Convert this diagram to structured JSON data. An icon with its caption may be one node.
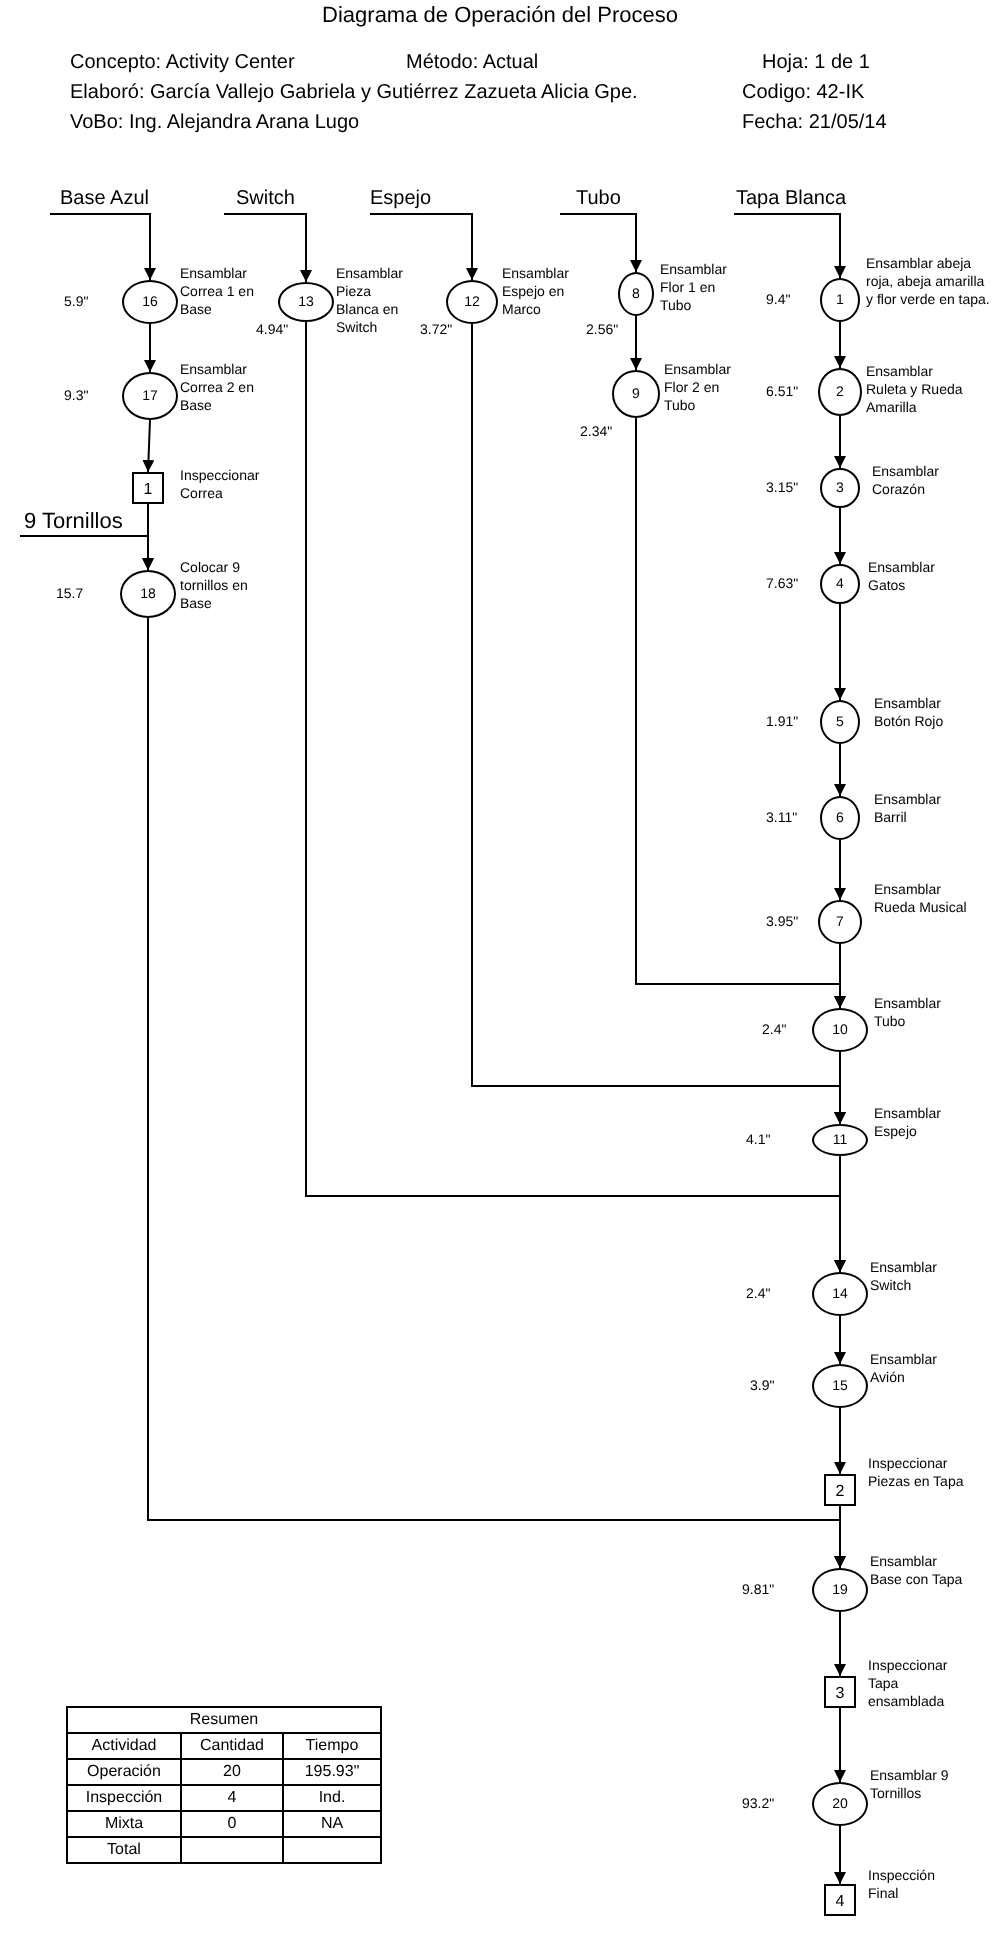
{
  "diagram": {
    "title": "Diagrama de Operación del Proceso",
    "nodes": [
      {
        "text": [
          "Base Azul"
        ]
      },
      {
        "text": [
          "Switch"
        ]
      },
      {
        "text": [
          "Espejo"
        ]
      },
      {
        "text": [
          "Tubo"
        ]
      },
      {
        "text": [
          "Tapa Blanca"
        ]
      },
      {
        "text": [
          "16"
        ],
        "beside": [
          "Ensamblar Correa 1 en Base",
          "5.9\""
        ]
      },
      {
        "text": [
          "13"
        ],
        "beside": [
          "Ensamblar Pieza Blanca en Switch",
          "4.94\""
        ]
      },
      {
        "text": [
          "12"
        ],
        "beside": [
          "Ensamblar Espejo en Marco",
          "3.72\""
        ]
      },
      {
        "text": [
          "8"
        ],
        "beside": [
          "Ensamblar Flor 1 en Tubo",
          "2.56\""
        ]
      },
      {
        "text": [
          "1"
        ],
        "beside": [
          "Ensamblar abeja roja, abeja amarilla y flor verde en tapa.",
          "9.4\""
        ]
      },
      {
        "text": [
          "9"
        ],
        "beside": [
          "Ensamblar Flor 2 en Tubo",
          "2.34\""
        ]
      },
      {
        "text": [
          "2"
        ],
        "beside": [
          "Ensamblar Ruleta y Rueda Amarilla",
          "6.51\""
        ]
      },
      {
        "text": [
          "17"
        ],
        "beside": [
          "Ensamblar Correa 2 en Base",
          "9.3\""
        ]
      },
      {
        "text": [
          "3"
        ],
        "beside": [
          "Ensamblar Corazón",
          "3.15\""
        ]
      },
      {
        "text": [
          "1"
        ],
        "beside": [
          "Inspeccionar Correa"
        ]
      },
      {
        "text": [
          "4"
        ],
        "beside": [
          "Ensamblar Gatos",
          "7.63\""
        ]
      },
      {
        "text": [
          "9 Tornillos"
        ]
      },
      {
        "text": [
          "18"
        ],
        "beside": [
          "Colocar 9 tornillos en Base",
          "15.7"
        ]
      },
      {
        "text": [
          "5"
        ],
        "beside": [
          "Ensamblar Botón Rojo",
          "1.91\""
        ]
      },
      {
        "text": [
          "6"
        ],
        "beside": [
          "Ensamblar Barril",
          "3.11\""
        ]
      },
      {
        "text": [
          "7"
        ],
        "beside": [
          "Ensamblar Rueda Musical",
          "3.95\""
        ]
      },
      {
        "text": [
          "10"
        ],
        "beside": [
          "Ensamblar Tubo",
          "2.4\""
        ]
      },
      {
        "text": [
          "11"
        ],
        "beside": [
          "Ensamblar Espejo",
          "4.1\""
        ]
      },
      {
        "text": [
          "14"
        ],
        "beside": [
          "Ensamblar Switch",
          "2.4\""
        ]
      },
      {
        "text": [
          "15"
        ],
        "beside": [
          "Ensamblar Avión",
          "3.9\""
        ]
      },
      {
        "text": [
          "2"
        ],
        "beside": [
          "Inspeccionar Piezas en Tapa"
        ]
      },
      {
        "text": [
          "19"
        ],
        "beside": [
          "Ensamblar Base con Tapa",
          "9.81\""
        ]
      },
      {
        "text": [
          "3"
        ],
        "beside": [
          "Inspeccionar Tapa ensamblada"
        ]
      },
      {
        "text": [
          "20"
        ],
        "beside": [
          "Ensamblar 9 Tornillos",
          "93.2\""
        ]
      },
      {
        "text": [
          "4"
        ],
        "beside": [
          "Inspección Final"
        ]
      }
    ],
    "edges": [
      {
        "from": 0,
        "to": 5,
        "arrow": "to"
      },
      {
        "from": 1,
        "to": 6,
        "arrow": "to"
      },
      {
        "from": 2,
        "to": 7,
        "arrow": "to"
      },
      {
        "from": 3,
        "to": 8,
        "arrow": "to"
      },
      {
        "from": 4,
        "to": 9,
        "arrow": "to"
      },
      {
        "from": 5,
        "to": 12,
        "arrow": "to"
      },
      {
        "from": 12,
        "to": 14,
        "arrow": "to"
      },
      {
        "from": 14,
        "to": 17,
        "arrow": "to"
      },
      {
        "from": 16,
        "to": 17,
        "arrow": "to"
      },
      {
        "from": 8,
        "to": 10,
        "arrow": "to"
      },
      {
        "from": 9,
        "to": 11,
        "arrow": "to"
      },
      {
        "from": 11,
        "to": 13,
        "arrow": "to"
      },
      {
        "from": 13,
        "to": 15,
        "arrow": "to"
      },
      {
        "from": 15,
        "to": 18,
        "arrow": "to"
      },
      {
        "from": 18,
        "to": 19,
        "arrow": "to"
      },
      {
        "from": 19,
        "to": 20,
        "arrow": "to"
      },
      {
        "from": 20,
        "to": 21,
        "arrow": "to"
      },
      {
        "from": 10,
        "to": 21,
        "arrow": "to"
      },
      {
        "from": 21,
        "to": 22,
        "arrow": "to"
      },
      {
        "from": 7,
        "to": 22,
        "arrow": "to"
      },
      {
        "from": 22,
        "to": 23,
        "arrow": "to"
      },
      {
        "from": 6,
        "to": 23,
        "arrow": "to"
      },
      {
        "from": 23,
        "to": 24,
        "arrow": "to"
      },
      {
        "from": 24,
        "to": 25,
        "arrow": "to"
      },
      {
        "from": 25,
        "to": 26,
        "arrow": "to"
      },
      {
        "from": 17,
        "to": 26,
        "arrow": "to"
      },
      {
        "from": 26,
        "to": 27,
        "arrow": "to"
      },
      {
        "from": 27,
        "to": 28,
        "arrow": "to"
      },
      {
        "from": 28,
        "to": 29,
        "arrow": "to"
      }
    ],
    "labels": [
      "Concepto: Activity Center",
      "Método: Actual",
      "Hoja: 1 de 1",
      "Elaboró: García Vallejo Gabriela y Gutiérrez Zazueta Alicia Gpe.",
      "Codigo: 42-IK",
      "VoBo: Ing. Alejandra Arana Lugo",
      "Fecha: 21/05/14",
      "Resumen",
      "Actividad",
      "Cantidad",
      "Tiempo",
      "Operación",
      "20",
      "195.93\"",
      "Inspección",
      "4",
      "Ind.",
      "Mixta",
      "0",
      "NA",
      "Total"
    ]
  }
}
